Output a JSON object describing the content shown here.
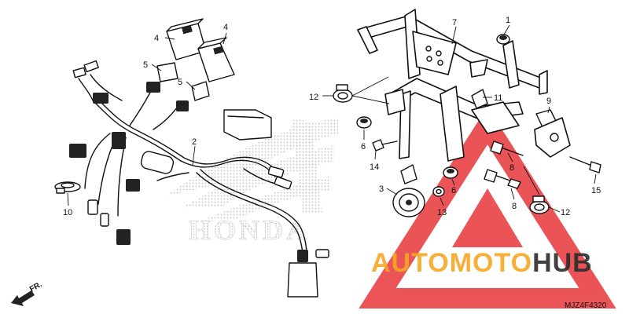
{
  "diagram": {
    "callouts": {
      "c1": "1",
      "c2": "2",
      "c3": "3",
      "c4a": "4",
      "c4b": "4",
      "c5a": "5",
      "c5b": "5",
      "c6a": "6",
      "c6b": "6",
      "c7": "7",
      "c8a": "8",
      "c8b": "8",
      "c9": "9",
      "c10": "10",
      "c11": "11",
      "c12a": "12",
      "c12b": "12",
      "c13": "13",
      "c14": "14",
      "c15": "15"
    },
    "direction_label": "FR.",
    "diagram_code": "MJZ4F4320"
  },
  "watermarks": {
    "honda_text": "HONDA",
    "brand_part1": "AUTOMOTO",
    "brand_part2": "HUB"
  },
  "colors": {
    "line": "#111111",
    "watermark_gray": "#bdbdbd",
    "brand_orange": "#f5a623",
    "brand_dark": "#2b2b2b",
    "triangle_red": "#e8373a"
  }
}
